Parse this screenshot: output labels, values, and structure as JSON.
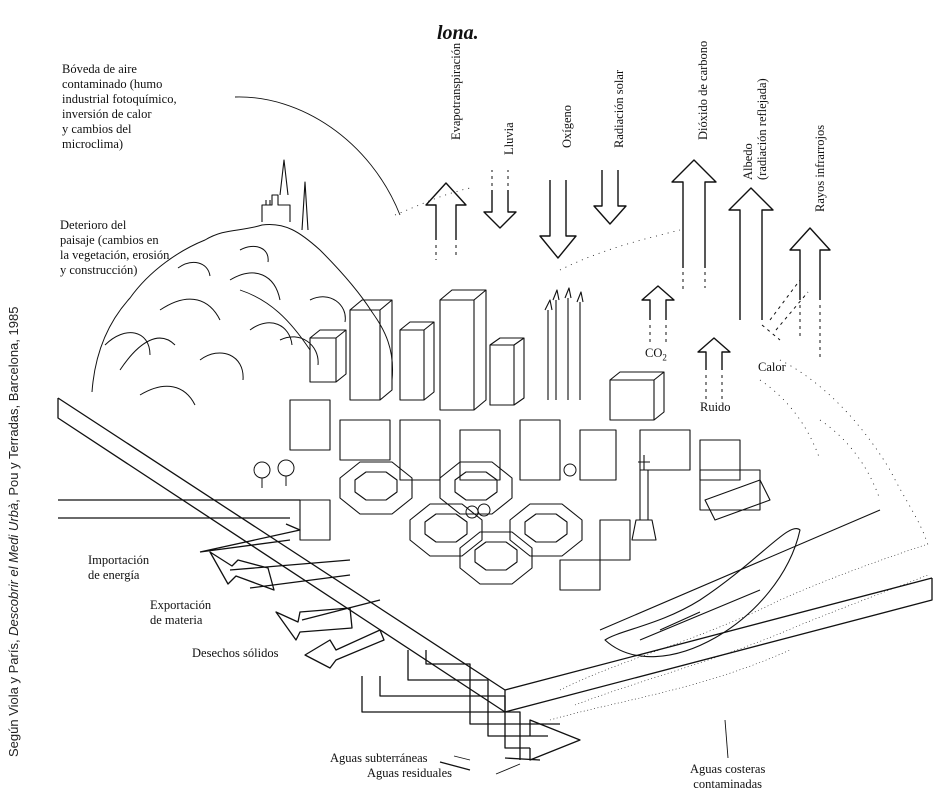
{
  "title": "lona.",
  "credit": {
    "prefix": "Según Viola y París, ",
    "book": "Descobrir el Medi Urbà",
    "suffix": ", Pou y Terradas, Barcelona, 1985"
  },
  "flows": {
    "evapo": "Evapotranspiración",
    "lluvia": "Lluvia",
    "oxigeno": "Oxígeno",
    "radiacion": "Radiación solar",
    "co2_out": "Dióxido de carbono",
    "albedo": "Albedo",
    "albedo_sub": "(radiación reflejada)",
    "infrarrojos": "Rayos infrarrojos"
  },
  "labels": {
    "boveda": "Bóveda de aire\ncontaminado (humo\nindustrial fotoquímico,\ninversión de calor\ny cambios del\nmicroclima)",
    "deterioro": "Deterioro del\npaisaje (cambios en\nla vegetación, erosión\ny construcción)",
    "co2": "CO",
    "co2_sub": "2",
    "ruido": "Ruido",
    "calor": "Calor",
    "importacion": "Importación\nde energía",
    "exportacion": "Exportación\nde materia",
    "desechos": "Desechos sólidos",
    "subterraneas": "Aguas subterráneas",
    "residuales": "Aguas residuales",
    "costeras": "Aguas costeras\ncontaminadas"
  },
  "colors": {
    "ink": "#111111",
    "paper": "#ffffff"
  }
}
